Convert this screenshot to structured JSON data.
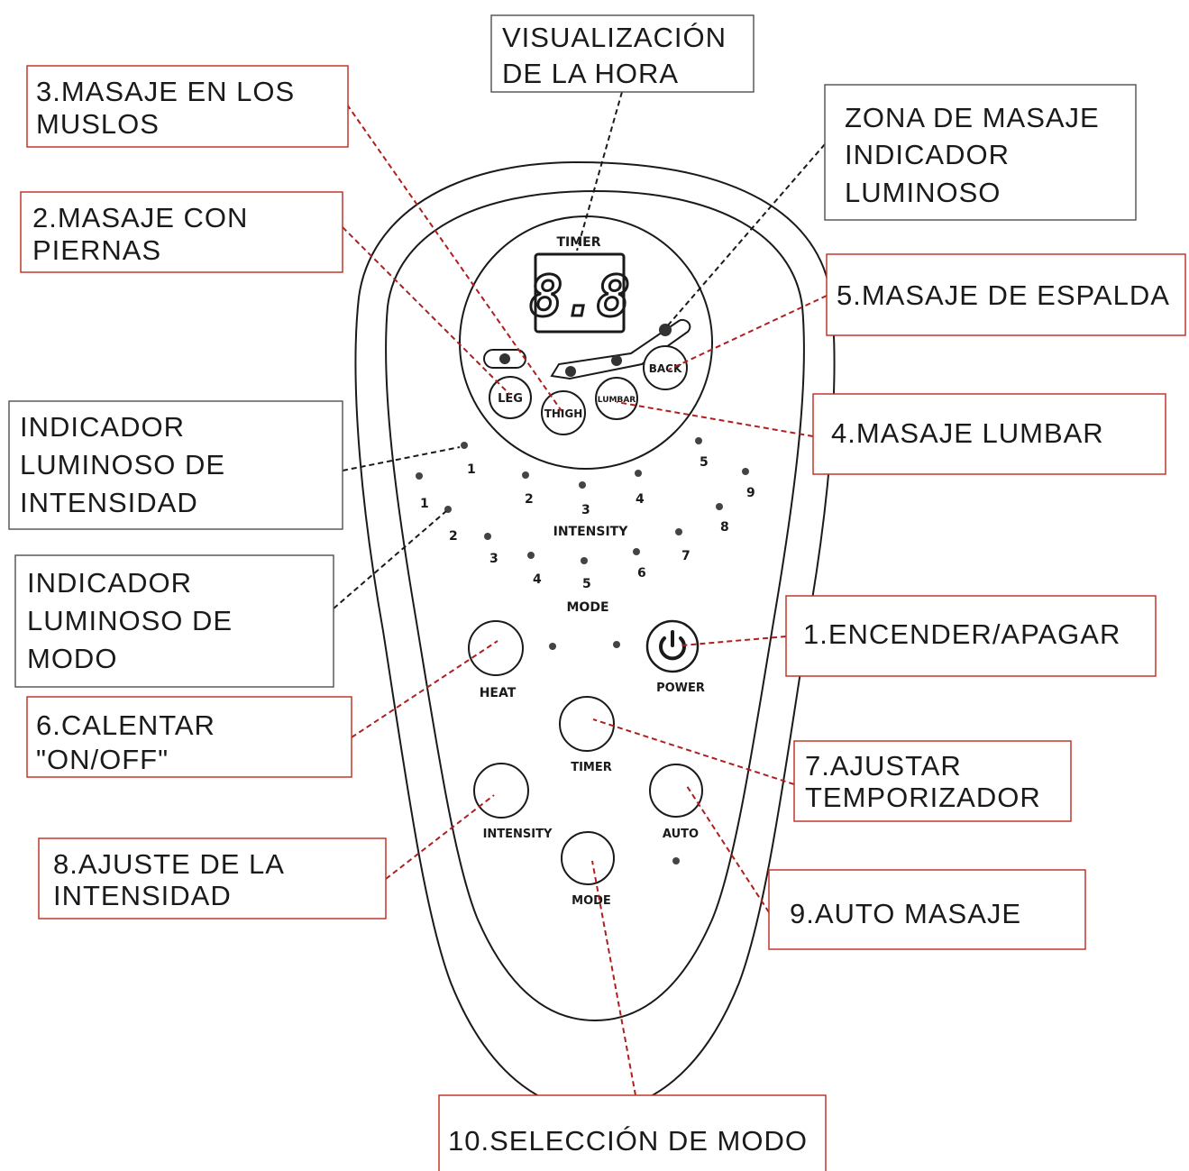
{
  "remote": {
    "timer_label": "TIMER",
    "display_digits": "8.8",
    "zone_buttons": [
      "LEG",
      "THIGH",
      "LUMBAR",
      "BACK"
    ],
    "intensity_label": "INTENSITY",
    "intensity_numbers": [
      "1",
      "2",
      "3",
      "4",
      "5"
    ],
    "mode_label": "MODE",
    "mode_numbers": [
      "1",
      "2",
      "3",
      "4",
      "5",
      "6",
      "7",
      "8",
      "9"
    ],
    "buttons": {
      "heat": "HEAT",
      "power": "POWER",
      "timer": "TIMER",
      "intensity": "INTENSITY",
      "auto": "AUTO",
      "mode": "MODE"
    }
  },
  "callouts": {
    "time_display": [
      "VISUALIZACIÓN",
      "DE LA HORA"
    ],
    "thigh_massage": [
      "3.MASAJE EN LOS",
      "MUSLOS"
    ],
    "zone_indicator": [
      "ZONA DE MASAJE",
      "INDICADOR",
      "LUMINOSO"
    ],
    "leg_massage": [
      "2.MASAJE CON",
      "PIERNAS"
    ],
    "back_massage": [
      "5.MASAJE DE ESPALDA"
    ],
    "intensity_indicator": [
      "INDICADOR",
      "LUMINOSO DE",
      "INTENSIDAD"
    ],
    "lumbar_massage": [
      "4.MASAJE LUMBAR"
    ],
    "mode_indicator": [
      "INDICADOR",
      "LUMINOSO DE",
      "MODO"
    ],
    "power": [
      "1.ENCENDER/APAGAR"
    ],
    "heat": [
      "6.CALENTAR",
      "\"ON/OFF\""
    ],
    "timer_set": [
      "7.AJUSTAR",
      "TEMPORIZADOR"
    ],
    "intensity_set": [
      "8.AJUSTE DE LA",
      "INTENSIDAD"
    ],
    "auto": [
      "9.AUTO MASAJE"
    ],
    "mode_select": [
      "10.SELECCIÓN DE MODO"
    ]
  },
  "colors": {
    "red_box": "#c0392b",
    "gray_box": "#5a5a5a",
    "red_leader": "#b01e1e",
    "dark_leader": "#1a1a1a"
  }
}
